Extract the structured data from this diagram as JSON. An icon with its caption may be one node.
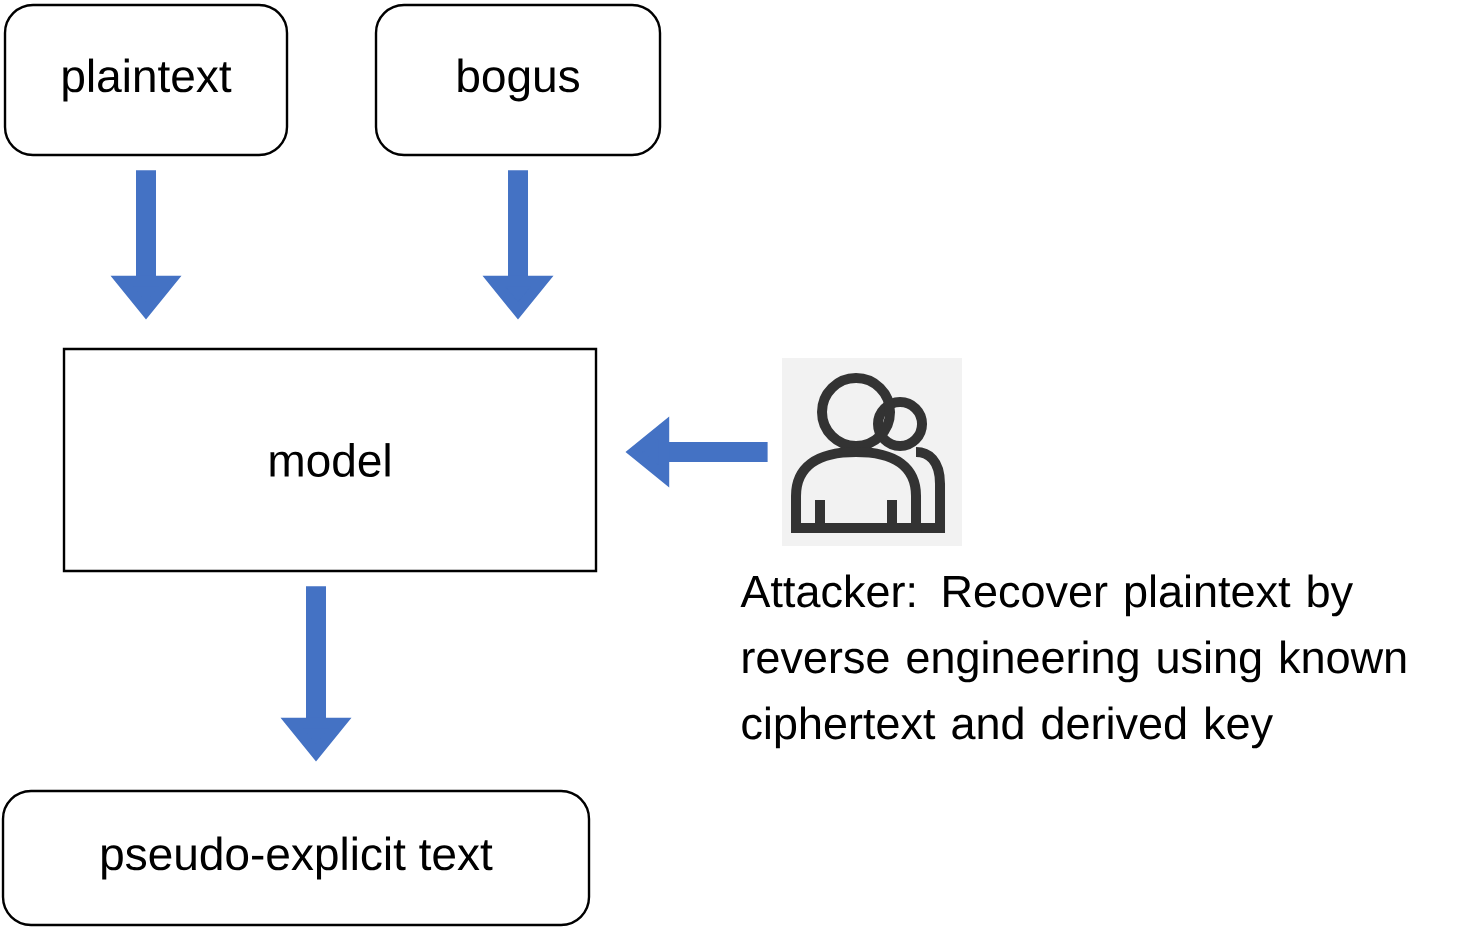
{
  "diagram": {
    "nodes": [
      {
        "text": [
          "plaintext"
        ]
      },
      {
        "text": [
          "bogus"
        ]
      },
      {
        "text": [
          "model"
        ]
      },
      {
        "text": [],
        "shape": "person",
        "beside": [
          "Attacker: Recover plaintext by reverse engineering using known ciphertext and derived key"
        ]
      },
      {
        "text": [
          "pseudo-explicit text"
        ]
      }
    ],
    "edges": [
      {
        "from": 0,
        "to": 2,
        "arrow": "to"
      },
      {
        "from": 1,
        "to": 2,
        "arrow": "to"
      },
      {
        "from": 3,
        "to": 2,
        "arrow": "to"
      },
      {
        "from": 2,
        "to": 4,
        "arrow": "to"
      }
    ]
  }
}
